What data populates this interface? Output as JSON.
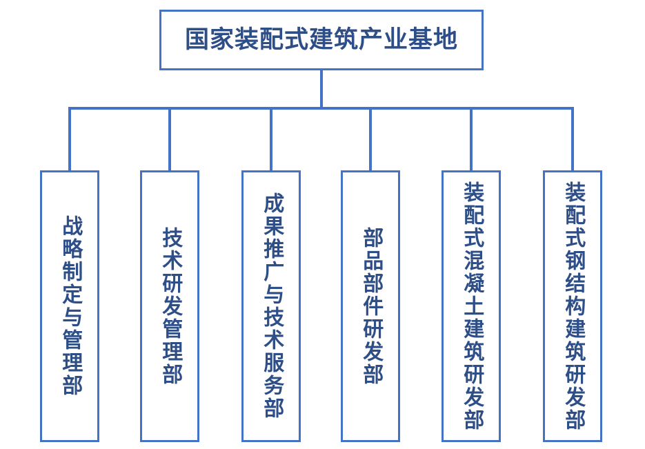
{
  "diagram": {
    "type": "organization-chart",
    "orientation": "top-down",
    "colors": {
      "border": "#4472C4",
      "text": "#2E4E87",
      "connector": "#4472C4",
      "background": "#FFFFFF",
      "node_fill": "#FFFFFF"
    },
    "root": {
      "label": "国家装配式建筑产业基地",
      "text_direction": "horizontal"
    },
    "children": [
      {
        "label": "战略制定与管理部",
        "text_direction": "vertical"
      },
      {
        "label": "技术研发管理部",
        "text_direction": "vertical"
      },
      {
        "label": "成果推广与技术服务部",
        "text_direction": "vertical"
      },
      {
        "label": "部品部件研发部",
        "text_direction": "vertical"
      },
      {
        "label": "装配式混凝土建筑研发部",
        "text_direction": "vertical"
      },
      {
        "label": "装配式钢结构建筑研发部",
        "text_direction": "vertical"
      }
    ]
  }
}
